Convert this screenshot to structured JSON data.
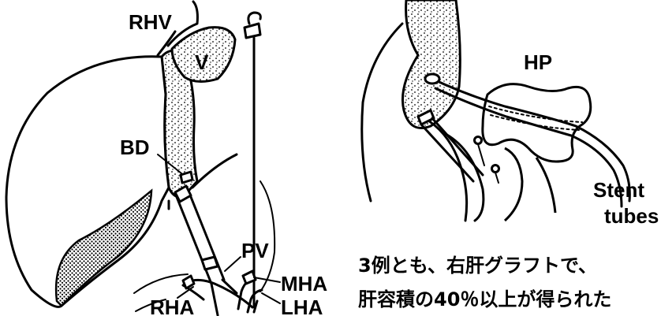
{
  "left_figure": {
    "labels": {
      "rhv": "RHV",
      "v": "V",
      "bd": "BD",
      "pv": "PV",
      "mha": "MHA",
      "lha": "LHA",
      "rha": "RHA"
    }
  },
  "right_figure": {
    "labels": {
      "hp": "HP",
      "stent_line1": "Stent",
      "stent_line2": "tubes"
    }
  },
  "caption": {
    "line1": "3例とも、右肝グラフトで、",
    "line2": "肝容積の40％以上が得られた"
  }
}
